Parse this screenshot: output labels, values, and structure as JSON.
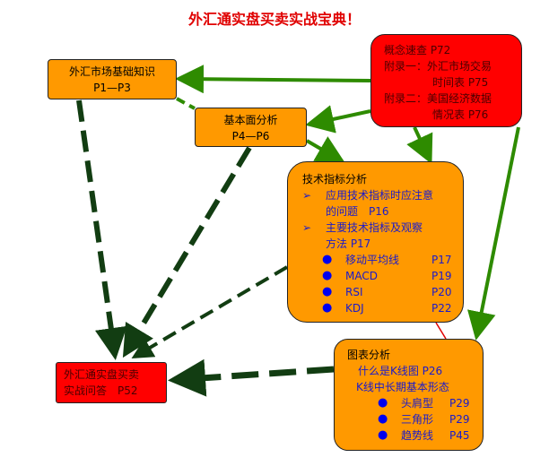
{
  "title": "外汇通实盘买卖实战宝典！",
  "basics": {
    "line1": "外汇市场基础知识",
    "line2": "P1—P3"
  },
  "fundamental": {
    "line1": "基本面分析",
    "line2": "P4—P6"
  },
  "appendix": {
    "line1": "概念速查 P72",
    "line2": "附录一：外汇市场交易",
    "line3": "时间表 P75",
    "line4": "附录二：美国经济数据",
    "line5": "情况表 P76"
  },
  "technical": {
    "heading": "技术指标分析",
    "b1a": "应用技术指标时应注意",
    "b1b": "的问题　P16",
    "b2a": "主要技术指标及观察",
    "b2b": "方法 P17",
    "arrow": "➢",
    "dot": "●",
    "items": [
      {
        "name": "移动平均线",
        "page": "P17"
      },
      {
        "name": "MACD",
        "page": "P19"
      },
      {
        "name": "RSI",
        "page": "P20"
      },
      {
        "name": "KDJ",
        "page": "P22"
      }
    ]
  },
  "chart": {
    "heading": "图表分析",
    "l1": "什么是K线图 P26",
    "l2": "K线中长期基本形态",
    "dot": "●",
    "items": [
      {
        "name": "头肩型",
        "page": "P29"
      },
      {
        "name": "三角形",
        "page": "P29"
      },
      {
        "name": "趋势线",
        "page": "P45"
      }
    ]
  },
  "qa": {
    "line1": "外汇通实盘买卖",
    "line2": "实战问答　P52"
  }
}
